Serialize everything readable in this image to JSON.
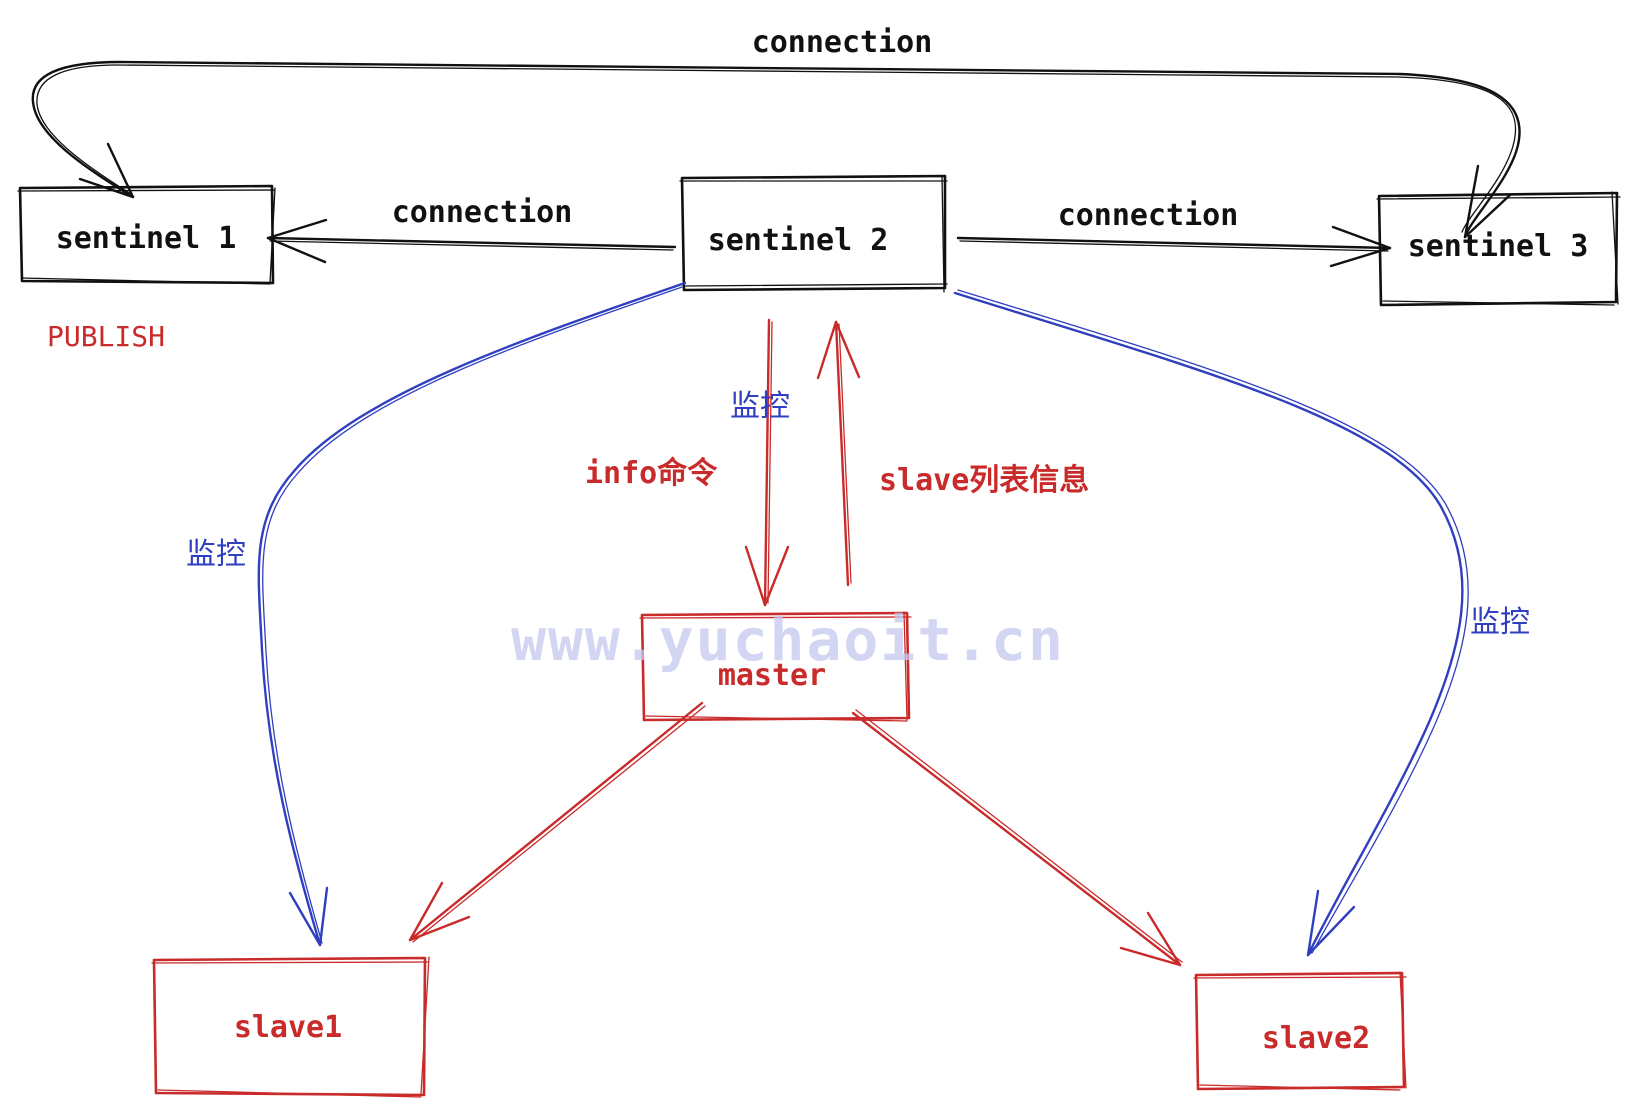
{
  "colors": {
    "black": "#111111",
    "red": "#c92a2a",
    "blue": "#2f3fbf",
    "watermark": "#c5c9ef"
  },
  "nodes": {
    "sentinel1": "sentinel 1",
    "sentinel2": "sentinel 2",
    "sentinel3": "sentinel 3",
    "master": "master",
    "slave1": "slave1",
    "slave2": "slave2"
  },
  "labels": {
    "connection_top": "connection",
    "connection_left": "connection",
    "connection_right": "connection",
    "publish": "PUBLISH",
    "monitor_center": "监控",
    "monitor_left": "监控",
    "monitor_right": "监控",
    "info_command": "info命令",
    "slave_list": "slave列表信息"
  },
  "watermark": "www.yuchaoit.cn"
}
